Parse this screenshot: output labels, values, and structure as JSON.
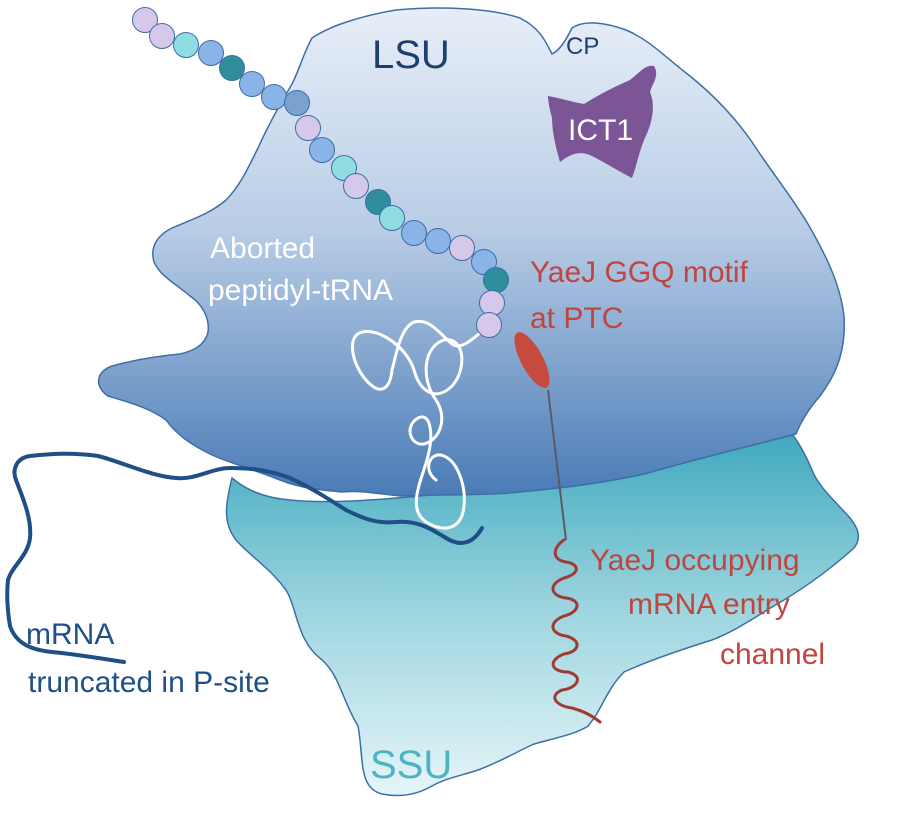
{
  "labels": {
    "lsu": "LSU",
    "cp": "CP",
    "ict1": "ICT1",
    "aborted_line1": "Aborted",
    "aborted_line2": "peptidyl-tRNA",
    "ggq_line1": "YaeJ GGQ motif",
    "ggq_line2": "at PTC",
    "occupying_line1": "YaeJ occupying",
    "occupying_line2": "mRNA entry",
    "occupying_line3": "channel",
    "mrna_line1": "mRNA",
    "mrna_line2": "truncated in P-site",
    "ssu": "SSU"
  },
  "colors": {
    "lsu_text": "#1f3f6e",
    "ssu_text": "#4db3c4",
    "white_text": "#ffffff",
    "red_text": "#c0453f",
    "mrna": "#1e4f86",
    "ict1": "#7b5596",
    "yaej": "#c64a3e",
    "helix": "#a03a35",
    "outline": "#3d6ea6"
  },
  "peptide_bead_colors": [
    "#d6c8ea",
    "#d6c8ea",
    "#8fdde3",
    "#8ab4e8",
    "#2e8e9c",
    "#8ab4e8",
    "#8ab4e8",
    "#7aa1cf",
    "#d6c8ea",
    "#8ab4e8",
    "#8fdde3",
    "#d6c8ea",
    "#2e8e9c",
    "#8fdde3",
    "#8ab4e8",
    "#8ab4e8",
    "#d6c8ea",
    "#8ab4e8",
    "#2e8e9c"
  ]
}
